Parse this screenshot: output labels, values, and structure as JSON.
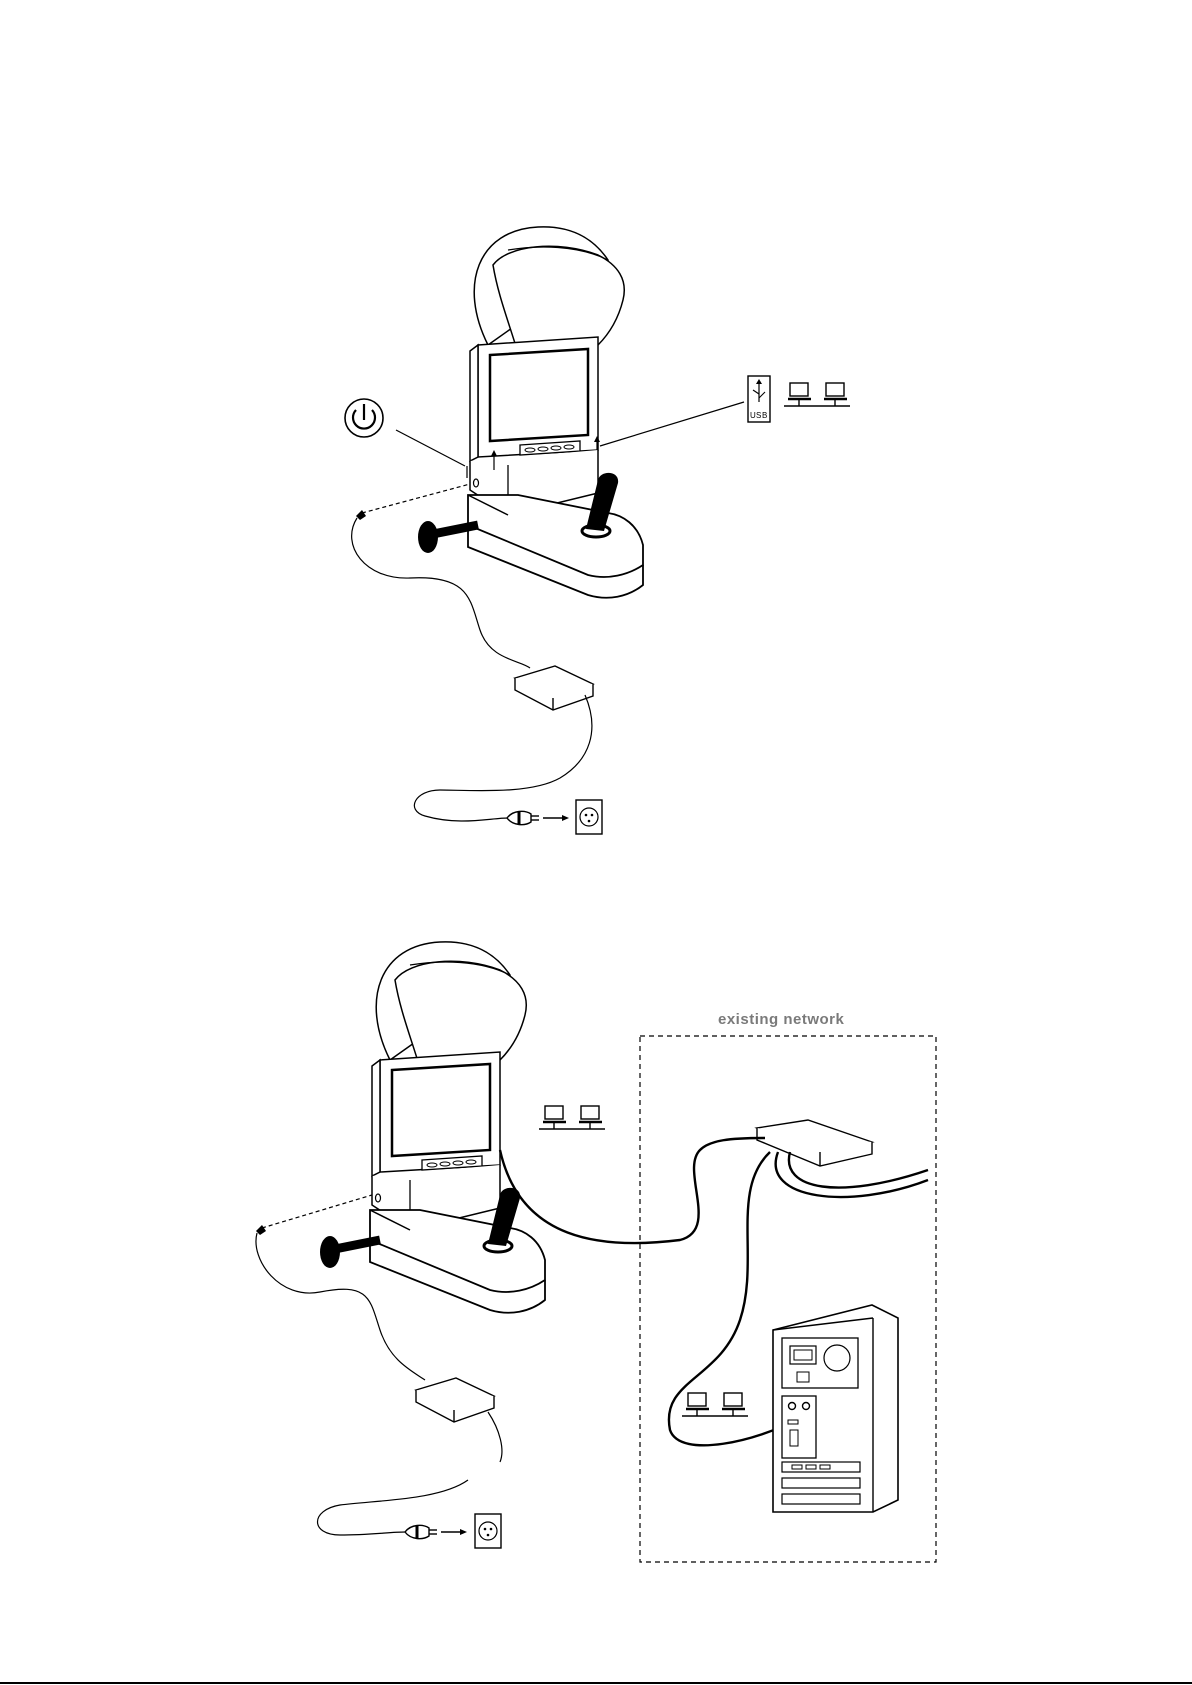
{
  "figure_top": {
    "icons": {
      "power": "power-icon",
      "usb": "usb-icon",
      "network": "network-icon",
      "outlet": "outlet-icon",
      "plug": "plug-icon"
    },
    "usb_letters": [
      "U",
      "S",
      "B"
    ]
  },
  "figure_bottom": {
    "network_label": "existing network",
    "icons": {
      "network": "network-icon",
      "router": "network-hub-icon",
      "computer": "computer-tower-icon",
      "outlet": "outlet-icon",
      "plug": "plug-icon"
    }
  },
  "colors": {
    "line": "#000000",
    "label": "#7a7a7a",
    "screen": "#ffffff"
  }
}
